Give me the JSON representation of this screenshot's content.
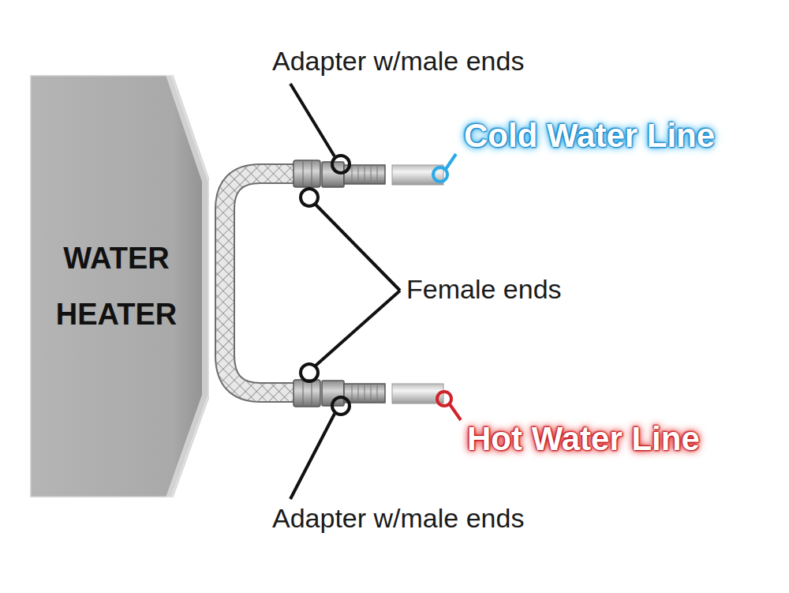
{
  "diagram": {
    "nodes": [
      {
        "text": [
          "WATER HEATER"
        ]
      }
    ],
    "labels": [
      "Adapter w/male ends",
      "Cold Water Line",
      "Female ends",
      "Hot Water Line",
      "Adapter w/male ends"
    ]
  }
}
